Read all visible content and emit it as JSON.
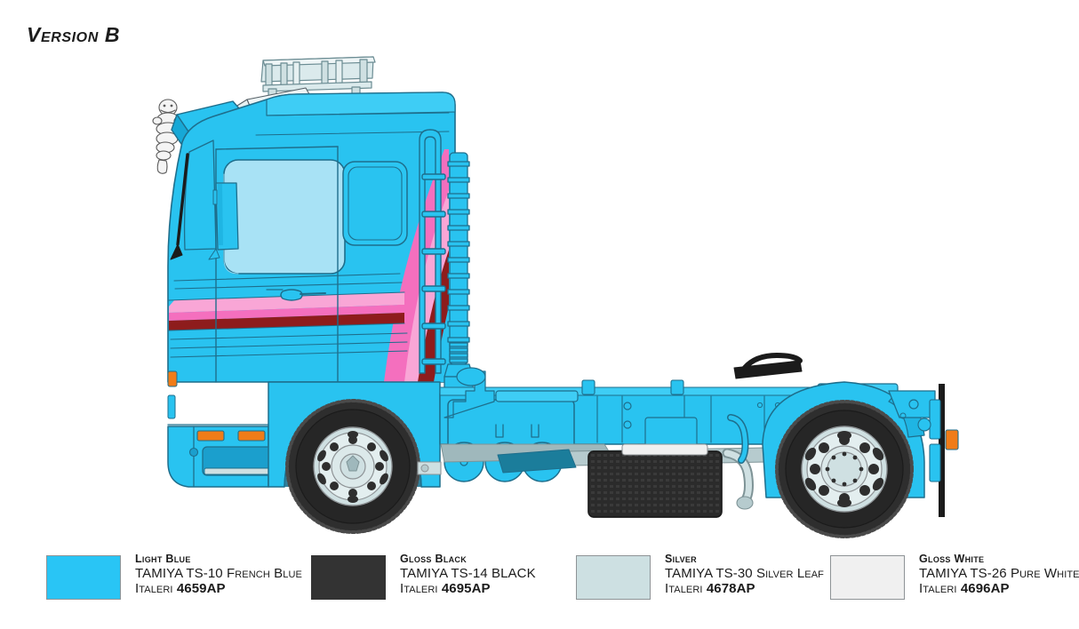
{
  "page": {
    "title": "Version B",
    "background": "#ffffff"
  },
  "artwork": {
    "subject": "scania-truck-side-view",
    "description": "Side profile line art of a Scania R-series tractor unit painted light blue with pink and dark red side stripes",
    "colors": {
      "body_blue": "#29C3F0",
      "body_blue_shadow": "#17A8D6",
      "body_blue_dark": "#1191BE",
      "glass_blue": "#A8E2F5",
      "stripe_pink": "#F46FBE",
      "stripe_pink_light": "#F9A6D6",
      "stripe_darkred": "#8E1C1C",
      "tire_black": "#2E2E2E",
      "tire_black_dark": "#1E1E1E",
      "silver": "#CFE0E2",
      "silver_light": "#E3EEEF",
      "white": "#F0F0F0",
      "indicator_orange": "#F07C18",
      "outline": "#1E6E8C",
      "outline_dark": "#28323A"
    },
    "features": [
      "roof-light-bar",
      "air-horns",
      "sun-visor",
      "michelin-man-mascot",
      "side-mirror",
      "windshield",
      "side-window",
      "cab-door",
      "access-ladder",
      "exhaust-stack",
      "fuel-tank",
      "air-tanks",
      "spare-tire",
      "front-wheel",
      "rear-wheel",
      "front-bumper",
      "marker-lights",
      "fifth-wheel-coupling",
      "rear-mudflap-bar"
    ]
  },
  "legend": {
    "items": [
      {
        "name": "Light Blue",
        "tamiya": "TAMIYA TS-10 French Blue",
        "italeri_label": "Italeri ",
        "italeri_code": "4659AP",
        "swatch": "#29C5F5",
        "border": "#8e9396"
      },
      {
        "name": "Gloss Black",
        "tamiya": "TAMIYA TS-14 BLACK",
        "italeri_label": "Italeri ",
        "italeri_code": "4695AP",
        "swatch": "#333333",
        "border": "#333333"
      },
      {
        "name": "Silver",
        "tamiya": "TAMIYA TS-30 Silver Leaf",
        "italeri_label": "Italeri ",
        "italeri_code": "4678AP",
        "swatch": "#CDE0E2",
        "border": "#8e9396"
      },
      {
        "name": "Gloss White",
        "tamiya": "TAMIYA TS-26 Pure White",
        "italeri_label": "Italeri ",
        "italeri_code": "4696AP",
        "swatch": "#F0F0F0",
        "border": "#8e9396"
      }
    ]
  }
}
